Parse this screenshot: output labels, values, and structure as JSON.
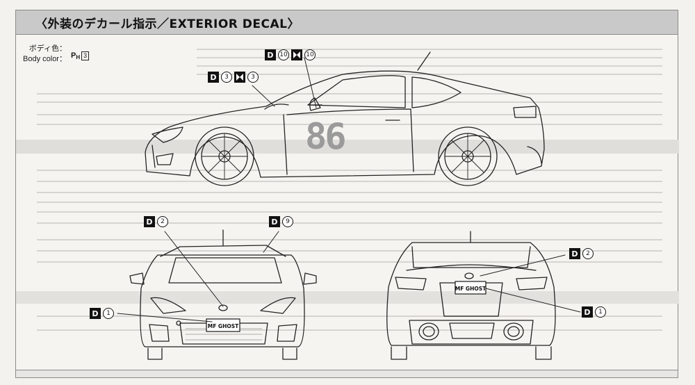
{
  "header": {
    "title": "〈外装のデカール指示／EXTERIOR DECAL〉"
  },
  "body_color": {
    "label_jp": "ボディ色：",
    "label_en": "Body color：",
    "paint_prefix": "P",
    "paint_sub": "H",
    "paint_number": "3"
  },
  "decal_letter": "D",
  "callouts": {
    "side_door": {
      "number": "10",
      "pair_number": "10"
    },
    "side_hood": {
      "number": "3",
      "pair_number": "3"
    },
    "front_plate": {
      "number": "1"
    },
    "front_roof": {
      "number": "2"
    },
    "front_wing": {
      "number": "9"
    },
    "rear_emblem": {
      "number": "2"
    },
    "rear_plate": {
      "number": "1"
    }
  },
  "decals": {
    "door_number": "86",
    "plate_text": "MF GHOST"
  },
  "colors": {
    "title_bar": "#c9c9c9",
    "decal_box": "#111111",
    "number_gray": "#9b9b9b",
    "paper": "#f4f2ee"
  }
}
